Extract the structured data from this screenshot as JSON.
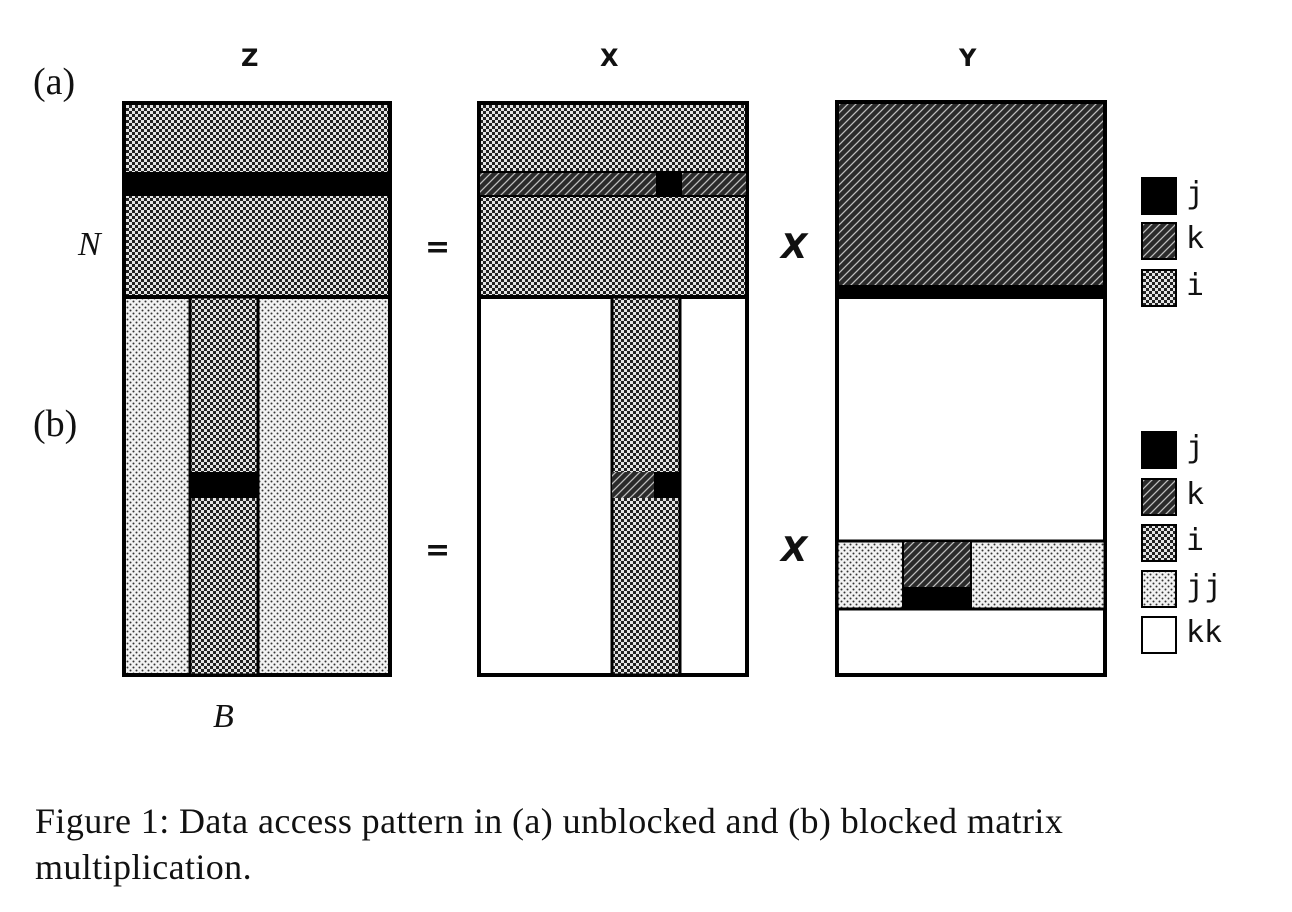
{
  "columns": {
    "z": "Z",
    "x": "X",
    "y": "Y"
  },
  "parts": {
    "a": "(a)",
    "b": "(b)"
  },
  "dims": {
    "n": "N",
    "b": "B"
  },
  "operators": {
    "equals_a": "=",
    "equals_b": "=",
    "times_a": "X",
    "times_b": "X"
  },
  "legend_a": [
    "j",
    "k",
    "i"
  ],
  "legend_b": [
    "j",
    "k",
    "i",
    "jj",
    "kk"
  ],
  "caption": "Figure 1:  Data access pattern in (a) unblocked and (b) blocked matrix multiplication."
}
